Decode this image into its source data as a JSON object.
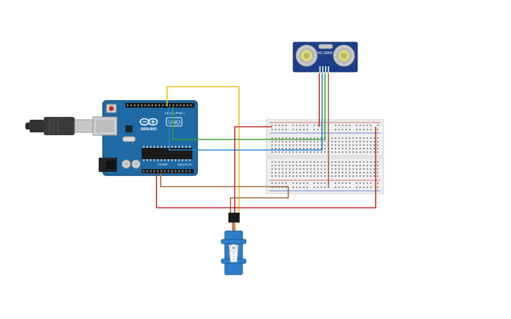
{
  "arduino": {
    "brand": "ARDUINO",
    "model": "UNO",
    "digital_label": "DIGITAL (PWM~)",
    "power_label": "POWER",
    "analog_label": "ANALOG IN"
  },
  "sensor": {
    "model": "HC-SR04"
  },
  "colors": {
    "board": "#1f6aa5",
    "sensor_board": "#1c3f8a",
    "breadboard": "#eeeeee",
    "servo": "#2d7fc9",
    "wire_red": "#c62828",
    "wire_yellow": "#e6c21b",
    "wire_green": "#3aa23a",
    "wire_blue": "#1e88c8",
    "wire_brown": "#9b6b43"
  }
}
